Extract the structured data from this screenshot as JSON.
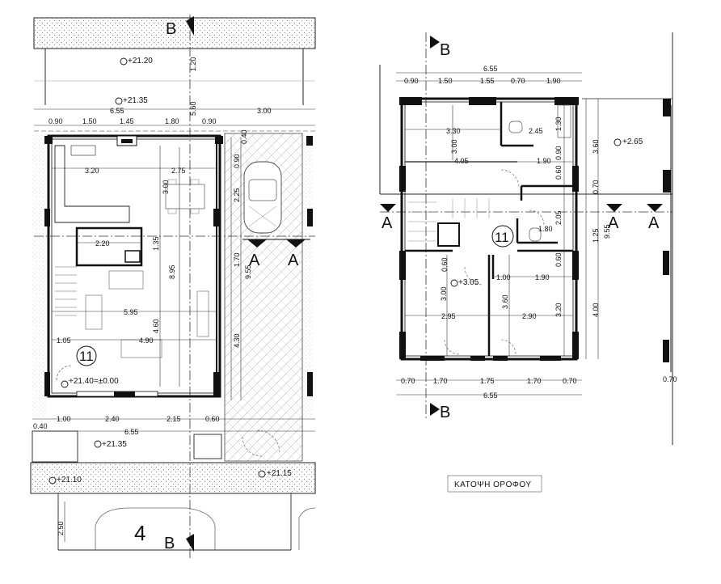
{
  "section_labels": {
    "b": "B",
    "a": "A"
  },
  "ground_floor": {
    "top_vertical_dims": [
      "1.20",
      "5.60",
      "0.40",
      "0.90",
      "2.25",
      "1.70",
      "4.30"
    ],
    "levels": [
      "+21.20",
      "+21.35",
      "+21.40=±0.00",
      "+21.35",
      "+21.10",
      "+21.15"
    ],
    "top_dims": [
      "6.55",
      "3.00",
      "0.90",
      "1.50",
      "1.45",
      "1.80",
      "0.90"
    ],
    "room_dims": [
      "3.20",
      "2.75",
      "3.00",
      "8.95",
      "9.55",
      "2.20",
      "1.35",
      "5.95",
      "1.05",
      "4.90",
      "4.60"
    ],
    "bottom_dims": [
      "0.40",
      "1.00",
      "2.40",
      "2.15",
      "0.60",
      "6.55"
    ],
    "parking_dim": "2.50",
    "unit_number": "11",
    "lot_number": "4"
  },
  "upper_floor": {
    "top_dims": [
      "6.55",
      "0.90",
      "1.50",
      "1.55",
      "0.70",
      "1.90"
    ],
    "room_dims": [
      "3.30",
      "2.45",
      "1.30",
      "3.00",
      "4.05",
      "1.90",
      "0.90",
      "0.60",
      "3.60",
      "0.70",
      "2.05",
      "1.80",
      "1.25",
      "9.55",
      "0.60",
      "1.00",
      "1.90",
      "0.60",
      "3.00",
      "3.60",
      "3.20",
      "4.00",
      "2.95",
      "2.90"
    ],
    "bottom_dims": [
      "0.70",
      "1.70",
      "1.75",
      "1.70",
      "0.70",
      "6.55",
      "0.70"
    ],
    "levels": [
      "+2.65",
      "+3.05"
    ],
    "unit_number": "11",
    "title": "ΚΑΤΟΨΗ ΟΡΟΦΟΥ"
  }
}
